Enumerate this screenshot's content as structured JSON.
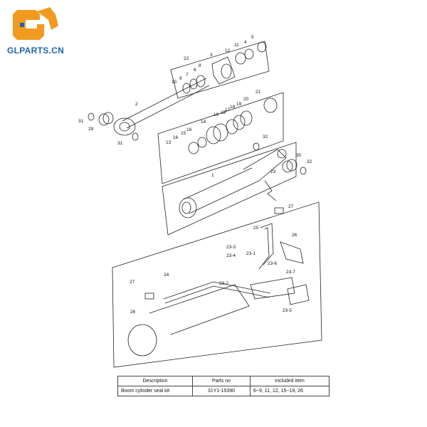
{
  "logo": {
    "text": "GLPARTS.CN",
    "colors": {
      "orange": "#f29a1f",
      "blue": "#1f63b0"
    },
    "icon": "gear-excavator-logo"
  },
  "diagram": {
    "labels": {
      "l1": "1",
      "l2": "2",
      "l3": "3",
      "l4": "4",
      "l5": "5",
      "l6": "6",
      "l7": "7",
      "l8": "8",
      "l9": "9",
      "l10": "10",
      "l11": "11",
      "l12": "12",
      "l13": "13",
      "l14": "14",
      "l15": "15",
      "l16": "16",
      "l17": "17",
      "l18": "18",
      "l18b": "18",
      "l19": "19",
      "l19b": "19",
      "l20": "20",
      "l21": "21",
      "l22": "22",
      "l23": "23",
      "l23_1": "23-1",
      "l23_2": "23-2",
      "l23_3": "23-3",
      "l23_4": "23-4",
      "l23_5": "23-5",
      "l23_6": "23-6",
      "l23_7": "23-7",
      "l24": "24",
      "l25": "25",
      "l26a": "26",
      "l26b": "26",
      "l27a": "27",
      "l27b": "27",
      "l29": "29",
      "l30": "30",
      "l31a": "31",
      "l31b": "31",
      "l32a": "32",
      "l32b": "32"
    }
  },
  "table": {
    "headers": [
      "Description",
      "Parts no",
      "Included item"
    ],
    "rows": [
      [
        "Boom cylinder seal kit",
        "31Y1-15390",
        "6~9, 11, 12, 15~19, 26"
      ]
    ]
  }
}
